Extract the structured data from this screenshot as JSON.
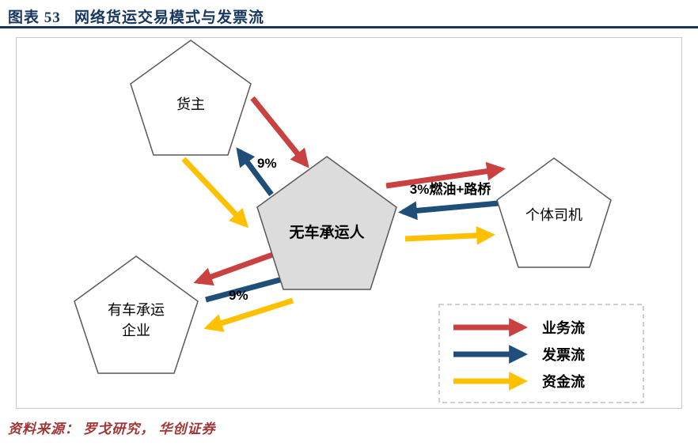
{
  "header": {
    "title": "图表 53   网络货运交易模式与发票流"
  },
  "diagram": {
    "nodes": {
      "shipper": {
        "label": "货主"
      },
      "carrier": {
        "label": "无车承运人"
      },
      "driver": {
        "label": "个体司机"
      },
      "truck_company": {
        "line1": "有车承运",
        "line2": "企业"
      }
    },
    "flow_labels": {
      "shipper_invoice_rate": "9%",
      "driver_invoice_note": "3%燃油+路桥",
      "truck_company_invoice_rate": "9%"
    },
    "legend": {
      "business": "业务流",
      "invoice": "发票流",
      "fund": "资金流"
    }
  },
  "footer": {
    "source": "资料来源： 罗戈研究， 华创证券"
  },
  "colors": {
    "business_flow": "#C94141",
    "invoice_flow": "#1F4E79",
    "fund_flow": "#FFC000",
    "title_navy": "#17375E",
    "source_red": "#A03636",
    "node_fill": "#DCDCDC",
    "panel_border": "#C9C9C9"
  }
}
